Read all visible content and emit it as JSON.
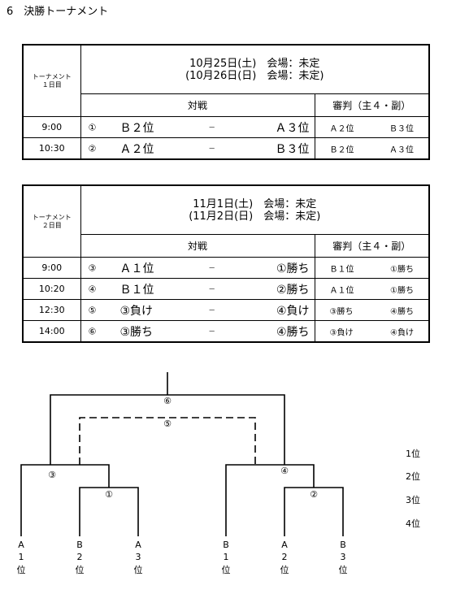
{
  "title": "6　決勝トーナメント",
  "day1": {
    "label_line1": "トーナメント",
    "label_line2": "１日目",
    "date_line1": "10月25日(土)　会場：未定",
    "date_line2": "(10月26日(日)　会場：未定)",
    "header_match": "対戦",
    "header_ref": "審判（主４・副）",
    "rows": [
      {
        "time": "9:00",
        "num": "①",
        "home": "Ｂ２位",
        "dash": "−",
        "away": "Ａ３位",
        "ref_main": "Ａ２位",
        "ref_sub": "Ｂ３位"
      },
      {
        "time": "10:30",
        "num": "②",
        "home": "Ａ２位",
        "dash": "−",
        "away": "Ｂ３位",
        "ref_main": "Ｂ２位",
        "ref_sub": "Ａ３位"
      }
    ]
  },
  "day2": {
    "label_line1": "トーナメント",
    "label_line2": "２日目",
    "date_line1": "11月1日(土)　会場：未定",
    "date_line2": "(11月2日(日)　会場：未定)",
    "header_match": "対戦",
    "header_ref": "審判（主４・副）",
    "rows": [
      {
        "time": "9:00",
        "num": "③",
        "home": "Ａ１位",
        "dash": "−",
        "away": "①勝ち",
        "ref_main": "Ｂ１位",
        "ref_sub": "①勝ち"
      },
      {
        "time": "10:20",
        "num": "④",
        "home": "Ｂ１位",
        "dash": "−",
        "away": "②勝ち",
        "ref_main": "Ａ１位",
        "ref_sub": "①勝ち"
      },
      {
        "time": "12:30",
        "num": "⑤",
        "home": "③負け",
        "dash": "−",
        "away": "④負け",
        "ref_main": "③勝ち",
        "ref_sub": "④勝ち"
      },
      {
        "time": "14:00",
        "num": "⑥",
        "home": "③勝ち",
        "dash": "−",
        "away": "④勝ち",
        "ref_main": "③負け",
        "ref_sub": "④負け"
      }
    ]
  },
  "bracket": {
    "match_labels": {
      "m1": "①",
      "m2": "②",
      "m3": "③",
      "m4": "④",
      "m5": "⑤",
      "m6": "⑥"
    },
    "ranks": [
      "1位",
      "2位",
      "3位",
      "4位"
    ],
    "teams": [
      {
        "group": "A",
        "rank": "1",
        "suffix": "位"
      },
      {
        "group": "B",
        "rank": "2",
        "suffix": "位"
      },
      {
        "group": "A",
        "rank": "3",
        "suffix": "位"
      },
      {
        "group": "B",
        "rank": "1",
        "suffix": "位"
      },
      {
        "group": "A",
        "rank": "2",
        "suffix": "位"
      },
      {
        "group": "B",
        "rank": "3",
        "suffix": "位"
      }
    ]
  }
}
